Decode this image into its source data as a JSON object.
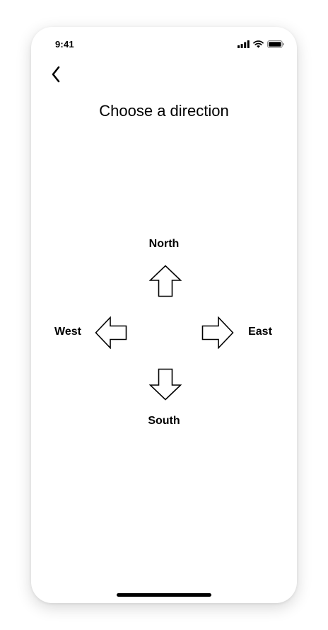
{
  "status_bar": {
    "time": "9:41",
    "icons": [
      "cellular-signal-icon",
      "wifi-icon",
      "battery-icon"
    ]
  },
  "header": {
    "back_icon": "chevron-left-icon",
    "title": "Choose a direction"
  },
  "directions": {
    "north": {
      "label": "North",
      "icon": "arrow-up-icon"
    },
    "west": {
      "label": "West",
      "icon": "arrow-left-icon"
    },
    "east": {
      "label": "East",
      "icon": "arrow-right-icon"
    },
    "south": {
      "label": "South",
      "icon": "arrow-down-icon"
    }
  },
  "colors": {
    "background": "#ffffff",
    "foreground": "#000000"
  }
}
